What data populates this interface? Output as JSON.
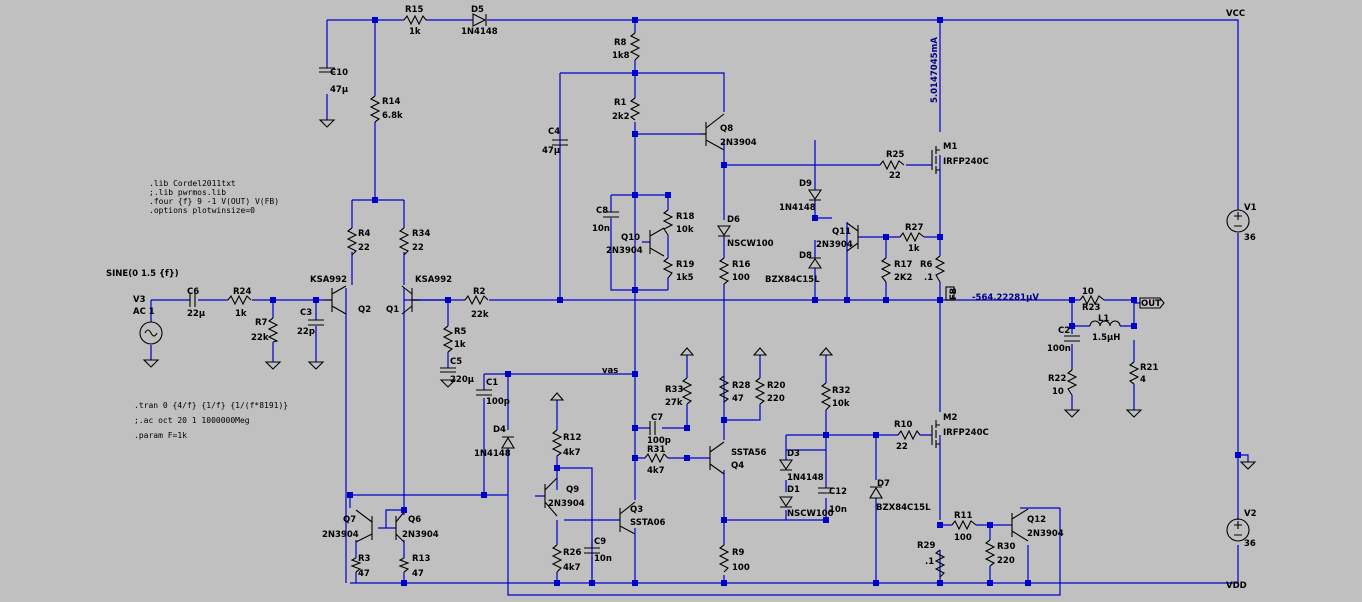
{
  "nets": {
    "vcc": "VCC",
    "vdd": "VDD",
    "out": "OUT",
    "fb": "FB",
    "vas": "vas"
  },
  "probes": {
    "current": "5.0147045mA",
    "voltage": "-564.22281µV"
  },
  "directives": [
    ".lib Cordel2011txt",
    ";.lib pwrmos.lib",
    ".four {f} 9 -1 V(OUT) V(FB)",
    ".options plotwinsize=0"
  ],
  "sim": [
    ".tran 0 {4/f} {1/f} {1/(f*8191)}",
    ";.ac oct 20 1 1000000Meg",
    ".param F=1k"
  ],
  "source_expr": "SINE(0 1.5 {f})",
  "comp": {
    "R15": {
      "n": "R15",
      "v": "1k"
    },
    "D5": {
      "n": "D5",
      "v": "1N4148"
    },
    "C10": {
      "n": "C10",
      "v": "47µ"
    },
    "R14": {
      "n": "R14",
      "v": "6.8k"
    },
    "R4": {
      "n": "R4",
      "v": "22"
    },
    "R34": {
      "n": "R34",
      "v": "22"
    },
    "Q2": {
      "n": "Q2",
      "v": "KSA992"
    },
    "Q1": {
      "n": "Q1",
      "v": "KSA992"
    },
    "V3": {
      "n": "V3",
      "v": "AC 1"
    },
    "C6": {
      "n": "C6",
      "v": "22µ"
    },
    "R24": {
      "n": "R24",
      "v": "1k"
    },
    "R7": {
      "n": "R7",
      "v": "22k"
    },
    "C3": {
      "n": "C3",
      "v": "22p"
    },
    "R2": {
      "n": "R2",
      "v": "22k"
    },
    "R5": {
      "n": "R5",
      "v": "1k"
    },
    "C5": {
      "n": "C5",
      "v": "220µ"
    },
    "R8": {
      "n": "R8",
      "v": "1k8"
    },
    "R1": {
      "n": "R1",
      "v": "2k2"
    },
    "C4": {
      "n": "C4",
      "v": "47µ"
    },
    "Q8": {
      "n": "Q8",
      "v": "2N3904"
    },
    "C8": {
      "n": "C8",
      "v": "10n"
    },
    "R18": {
      "n": "R18",
      "v": "10k"
    },
    "Q10": {
      "n": "Q10",
      "v": "2N3904"
    },
    "R19": {
      "n": "R19",
      "v": "1k5"
    },
    "D6": {
      "n": "D6",
      "v": "NSCW100"
    },
    "R16": {
      "n": "R16",
      "v": "100"
    },
    "D9": {
      "n": "D9",
      "v": "1N4148"
    },
    "D8": {
      "n": "D8",
      "v": "BZX84C15L"
    },
    "Q11": {
      "n": "Q11",
      "v": "2N3904"
    },
    "R17": {
      "n": "R17",
      "v": "2K2"
    },
    "R27": {
      "n": "R27",
      "v": "1k"
    },
    "R25": {
      "n": "R25",
      "v": "22"
    },
    "M1": {
      "n": "M1",
      "v": "IRFP240C"
    },
    "R6": {
      "n": "R6",
      "v": ".1"
    },
    "V1": {
      "n": "V1",
      "v": "36"
    },
    "V2": {
      "n": "V2",
      "v": "36"
    },
    "R23": {
      "n": "R23",
      "v": "10"
    },
    "C2": {
      "n": "C2",
      "v": "100n"
    },
    "L1": {
      "n": "L1",
      "v": "1.5µH"
    },
    "R22": {
      "n": "R22",
      "v": "10"
    },
    "R21": {
      "n": "R21",
      "v": "4"
    },
    "C1": {
      "n": "C1",
      "v": "100p"
    },
    "D4": {
      "n": "D4",
      "v": "1N4148"
    },
    "R12": {
      "n": "R12",
      "v": "4k7"
    },
    "Q9": {
      "n": "Q9",
      "v": "2N3904"
    },
    "R26": {
      "n": "R26",
      "v": "4k7"
    },
    "C9": {
      "n": "C9",
      "v": "10n"
    },
    "Q3": {
      "n": "Q3",
      "v": "SSTA06"
    },
    "R33": {
      "n": "R33",
      "v": "27k"
    },
    "C7": {
      "n": "C7",
      "v": "100p"
    },
    "R31": {
      "n": "R31",
      "v": "4k7"
    },
    "R28": {
      "n": "R28",
      "v": "47"
    },
    "R20": {
      "n": "R20",
      "v": "220"
    },
    "Q4": {
      "n": "Q4",
      "v": "SSTA56"
    },
    "R9": {
      "n": "R9",
      "v": "100"
    },
    "R32": {
      "n": "R32",
      "v": "10k"
    },
    "D3": {
      "n": "D3",
      "v": "1N4148"
    },
    "D1": {
      "n": "D1",
      "v": "NSCW100"
    },
    "C12": {
      "n": "C12",
      "v": "10n"
    },
    "D7": {
      "n": "D7",
      "v": "BZX84C15L"
    },
    "R10": {
      "n": "R10",
      "v": "22"
    },
    "M2": {
      "n": "M2",
      "v": "IRFP240C"
    },
    "R11": {
      "n": "R11",
      "v": "100"
    },
    "Q12": {
      "n": "Q12",
      "v": "2N3904"
    },
    "R29": {
      "n": "R29",
      "v": ".1"
    },
    "R30": {
      "n": "R30",
      "v": "220"
    },
    "Q7": {
      "n": "Q7",
      "v": "2N3904"
    },
    "Q6": {
      "n": "Q6",
      "v": "2N3904"
    },
    "R3": {
      "n": "R3",
      "v": "47"
    },
    "R13": {
      "n": "R13",
      "v": "47"
    }
  }
}
